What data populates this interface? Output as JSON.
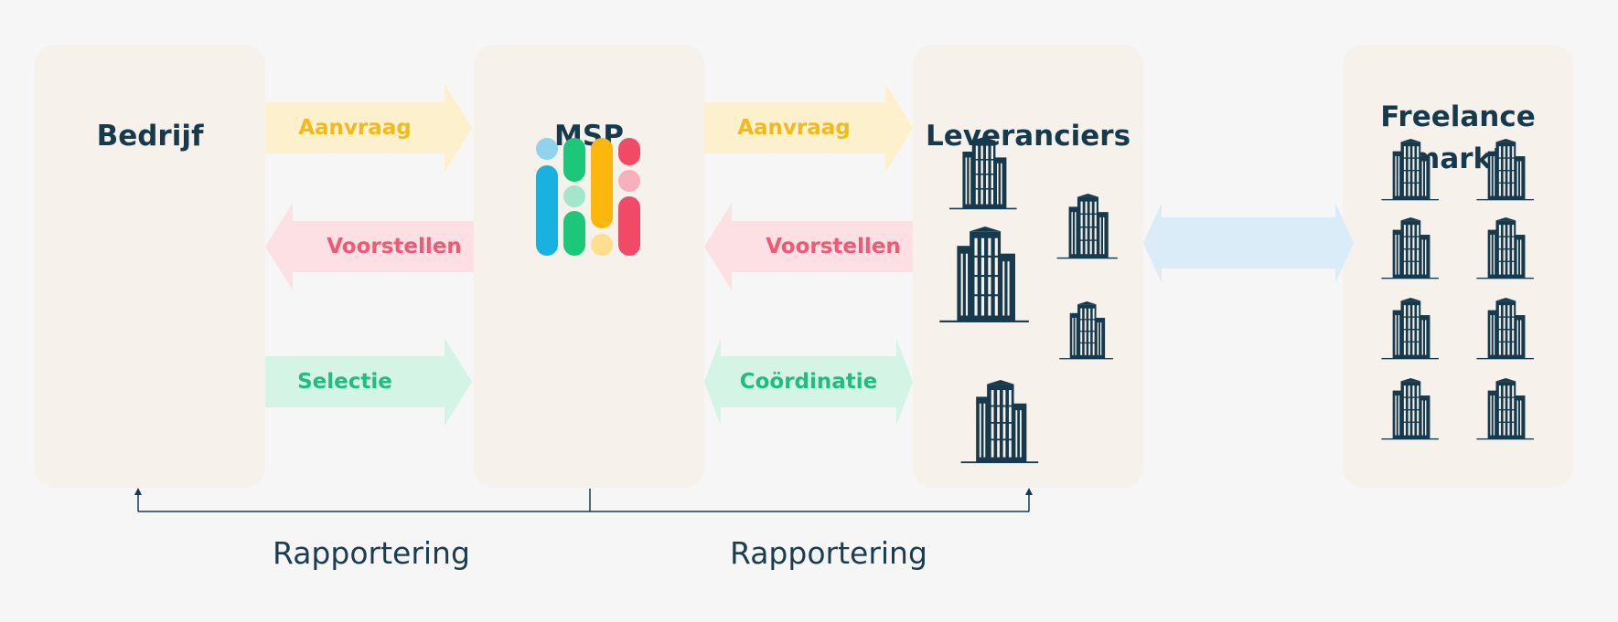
{
  "panels": {
    "company": "Bedrijf",
    "msp": "MSP",
    "suppliers": "Leveranciers",
    "freelance_line1": "Freelance",
    "freelance_line2": "markt"
  },
  "arrows": {
    "left_request": "Aanvraag",
    "left_proposals": "Voorstellen",
    "left_selection": "Selectie",
    "right_request": "Aanvraag",
    "right_proposals": "Voorstellen",
    "right_coordination": "Coördinatie"
  },
  "reporting": {
    "left": "Rapportering",
    "right": "Rapportering"
  },
  "colors": {
    "panel_bg": "#f7f1ec",
    "navy": "#163a4d",
    "yellow_fill": "#fdf0cd",
    "yellow_text": "#f3ba1c",
    "pink_fill": "#fde0e3",
    "pink_text": "#ec5a76",
    "green_fill": "#d4f5e6",
    "green_text": "#1fbd80",
    "blue_fill": "#d9ecf7"
  },
  "icons": {
    "msp_logo": "msp-logo-icon",
    "building": "office-building-icon",
    "double_arrow": "double-arrow-icon"
  }
}
